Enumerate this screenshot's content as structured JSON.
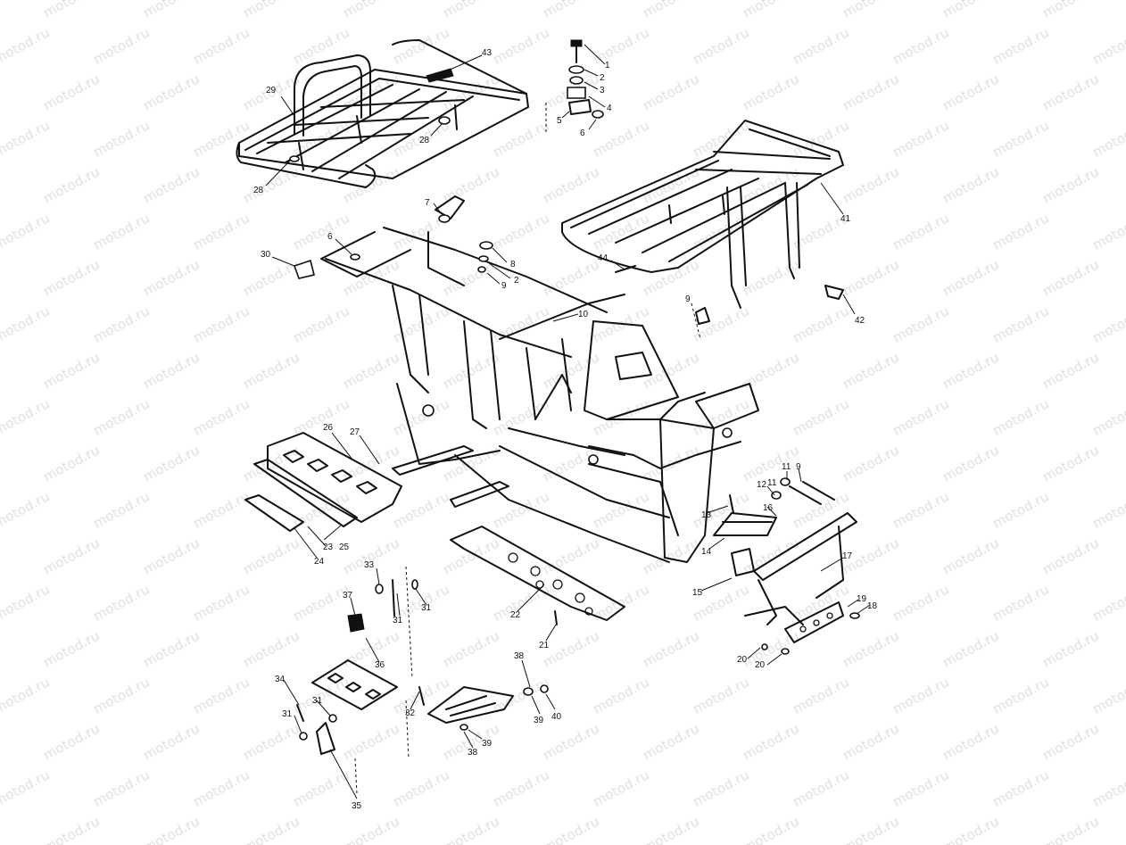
{
  "watermark_text": "motod.ru",
  "colors": {
    "ink": "#111111",
    "paper": "#ffffff",
    "watermark": "#c8c8c8"
  },
  "callouts": [
    {
      "id": "c1",
      "text": "1"
    },
    {
      "id": "c2",
      "text": "2"
    },
    {
      "id": "c3",
      "text": "3"
    },
    {
      "id": "c4",
      "text": "4"
    },
    {
      "id": "c5",
      "text": "5"
    },
    {
      "id": "c6a",
      "text": "6"
    },
    {
      "id": "c7",
      "text": "7"
    },
    {
      "id": "c6b",
      "text": "6"
    },
    {
      "id": "c8",
      "text": "8"
    },
    {
      "id": "c2b",
      "text": "2"
    },
    {
      "id": "c9a",
      "text": "9"
    },
    {
      "id": "c10",
      "text": "10"
    },
    {
      "id": "c9b",
      "text": "9"
    },
    {
      "id": "c11a",
      "text": "11"
    },
    {
      "id": "c9c",
      "text": "9"
    },
    {
      "id": "c12",
      "text": "12"
    },
    {
      "id": "c11b",
      "text": "11"
    },
    {
      "id": "c13",
      "text": "13"
    },
    {
      "id": "c14",
      "text": "14"
    },
    {
      "id": "c15",
      "text": "15"
    },
    {
      "id": "c16",
      "text": "16"
    },
    {
      "id": "c17",
      "text": "17"
    },
    {
      "id": "c18",
      "text": "18"
    },
    {
      "id": "c19",
      "text": "19"
    },
    {
      "id": "c20a",
      "text": "20"
    },
    {
      "id": "c20b",
      "text": "20"
    },
    {
      "id": "c21",
      "text": "21"
    },
    {
      "id": "c22",
      "text": "22"
    },
    {
      "id": "c23",
      "text": "23"
    },
    {
      "id": "c24",
      "text": "24"
    },
    {
      "id": "c25",
      "text": "25"
    },
    {
      "id": "c26",
      "text": "26"
    },
    {
      "id": "c27",
      "text": "27"
    },
    {
      "id": "c28a",
      "text": "28"
    },
    {
      "id": "c28b",
      "text": "28"
    },
    {
      "id": "c29",
      "text": "29"
    },
    {
      "id": "c30",
      "text": "30"
    },
    {
      "id": "c31a",
      "text": "31"
    },
    {
      "id": "c31b",
      "text": "31"
    },
    {
      "id": "c31c",
      "text": "31"
    },
    {
      "id": "c31d",
      "text": "31"
    },
    {
      "id": "c32",
      "text": "32"
    },
    {
      "id": "c33",
      "text": "33"
    },
    {
      "id": "c34",
      "text": "34"
    },
    {
      "id": "c35",
      "text": "35"
    },
    {
      "id": "c36",
      "text": "36"
    },
    {
      "id": "c37",
      "text": "37"
    },
    {
      "id": "c38a",
      "text": "38"
    },
    {
      "id": "c38b",
      "text": "38"
    },
    {
      "id": "c39a",
      "text": "39"
    },
    {
      "id": "c39b",
      "text": "39"
    },
    {
      "id": "c40",
      "text": "40"
    },
    {
      "id": "c41",
      "text": "41"
    },
    {
      "id": "c42",
      "text": "42"
    },
    {
      "id": "c43",
      "text": "43"
    },
    {
      "id": "c44",
      "text": "44"
    }
  ]
}
